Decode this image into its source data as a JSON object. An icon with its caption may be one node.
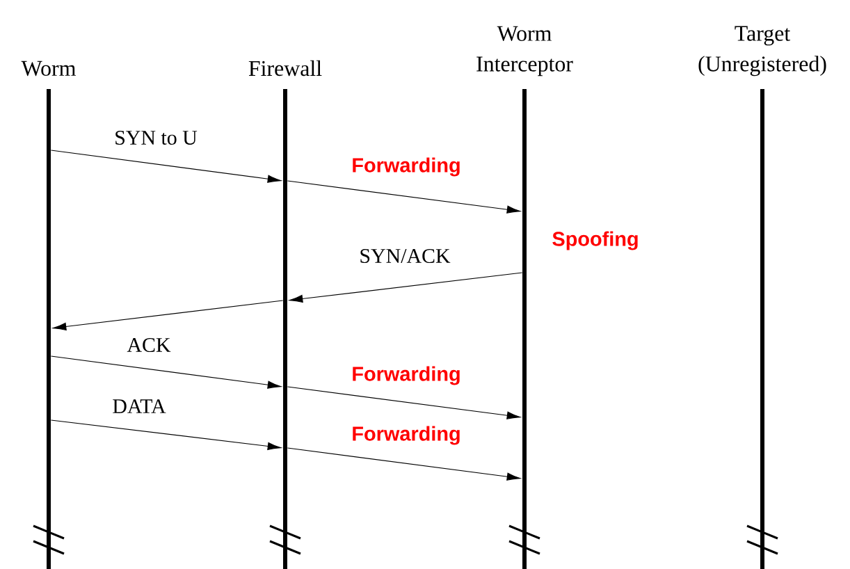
{
  "diagram": {
    "nodes": [
      {
        "text": [
          "Worm"
        ]
      },
      {
        "text": [
          "Firewall"
        ]
      },
      {
        "text": [
          "Worm Interceptor"
        ]
      },
      {
        "text": [
          "Target (Unregistered)"
        ]
      }
    ],
    "edges": [
      {
        "from": 0,
        "to": 1,
        "arrow": "to",
        "label": "SYN to U"
      },
      {
        "from": 1,
        "to": 2,
        "arrow": "to"
      },
      {
        "from": 2,
        "to": 1,
        "arrow": "to",
        "label": "SYN/ACK"
      },
      {
        "from": 1,
        "to": 0,
        "arrow": "to"
      },
      {
        "from": 0,
        "to": 1,
        "arrow": "to",
        "label": "ACK"
      },
      {
        "from": 1,
        "to": 2,
        "arrow": "to"
      },
      {
        "from": 0,
        "to": 1,
        "arrow": "to",
        "label": "DATA"
      },
      {
        "from": 1,
        "to": 2,
        "arrow": "to"
      }
    ],
    "labels": [
      "Forwarding",
      "Spoofing",
      "Forwarding",
      "Forwarding"
    ]
  }
}
